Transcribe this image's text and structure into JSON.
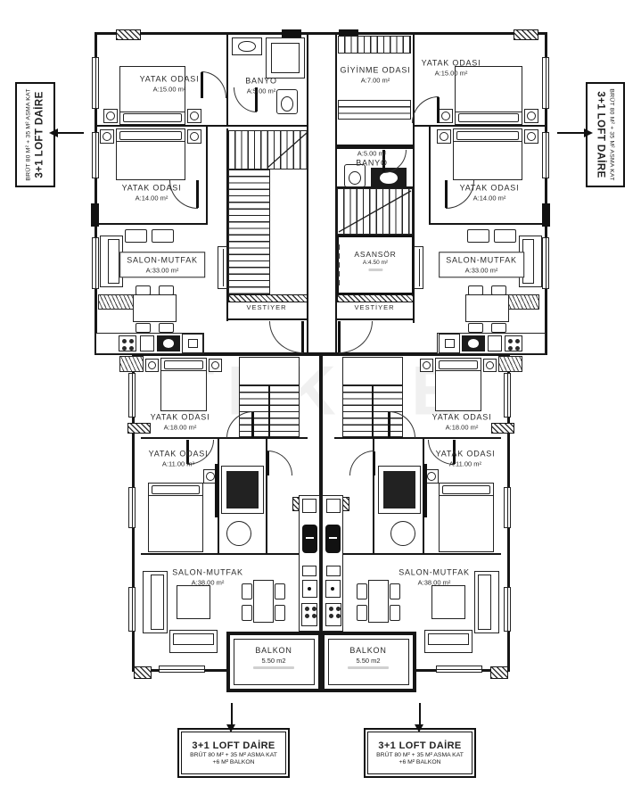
{
  "watermark": "TEKCE",
  "side_label_left": {
    "sub": "BRÜT 80 M² + 35 M² ASMA KAT",
    "main": "3+1 LOFT DAİRE"
  },
  "side_label_right": {
    "main": "3+1 LOFT DAİRE",
    "sub": "BRÜT 80 M² + 35 M² ASMA KAT"
  },
  "unit_label_left": {
    "title": "3+1 LOFT DAİRE",
    "sub1": "BRÜT 80 M² + 35 M² ASMA KAT",
    "sub2": "+6 M² BALKON"
  },
  "unit_label_right": {
    "title": "3+1 LOFT DAİRE",
    "sub1": "BRÜT 80 M² + 35 M² ASMA KAT",
    "sub2": "+6 M² BALKON"
  },
  "rooms": {
    "bedroom15_left": {
      "name": "YATAK ODASI",
      "area": "A:15.00 m²"
    },
    "banyo_left": {
      "name": "BANYO",
      "area": "A:5.00 m²"
    },
    "giyinme_right": {
      "name": "GİYİNME ODASI",
      "area": "A:7.00 m²"
    },
    "bedroom15_right": {
      "name": "YATAK ODASI",
      "area": "A:15.00 m²"
    },
    "bedroom14_left": {
      "name": "YATAK ODASI",
      "area": "A:14.00 m²"
    },
    "banyo_right": {
      "name": "BANYO",
      "area": "A:5.00 m²"
    },
    "bedroom14_right": {
      "name": "YATAK ODASI",
      "area": "A:14.00 m²"
    },
    "salon33_left": {
      "name": "SALON-MUTFAK",
      "area": "A:33.00 m²"
    },
    "asansor": {
      "name": "ASANSÖR",
      "area": "A:4.50 m²"
    },
    "salon33_right": {
      "name": "SALON-MUTFAK",
      "area": "A:33.00 m²"
    },
    "vestiyer_left": {
      "name": "VESTİYER"
    },
    "vestiyer_right": {
      "name": "VESTİYER"
    },
    "bedroom18_left": {
      "name": "YATAK ODASI",
      "area": "A:18.00 m²"
    },
    "bedroom18_right": {
      "name": "YATAK ODASI",
      "area": "A:18.00 m²"
    },
    "bedroom11_left": {
      "name": "YATAK ODASI",
      "area": "A:11.00 m²"
    },
    "bedroom11_right": {
      "name": "YATAK ODASI",
      "area": "A:11.00 m²"
    },
    "salon38_left": {
      "name": "SALON-MUTFAK",
      "area": "A:38.00 m²"
    },
    "salon38_right": {
      "name": "SALON-MUTFAK",
      "area": "A:38.00 m²"
    },
    "balkon_left": {
      "name": "BALKON",
      "area": "5.50 m2"
    },
    "balkon_right": {
      "name": "BALKON",
      "area": "5.50 m2"
    }
  }
}
